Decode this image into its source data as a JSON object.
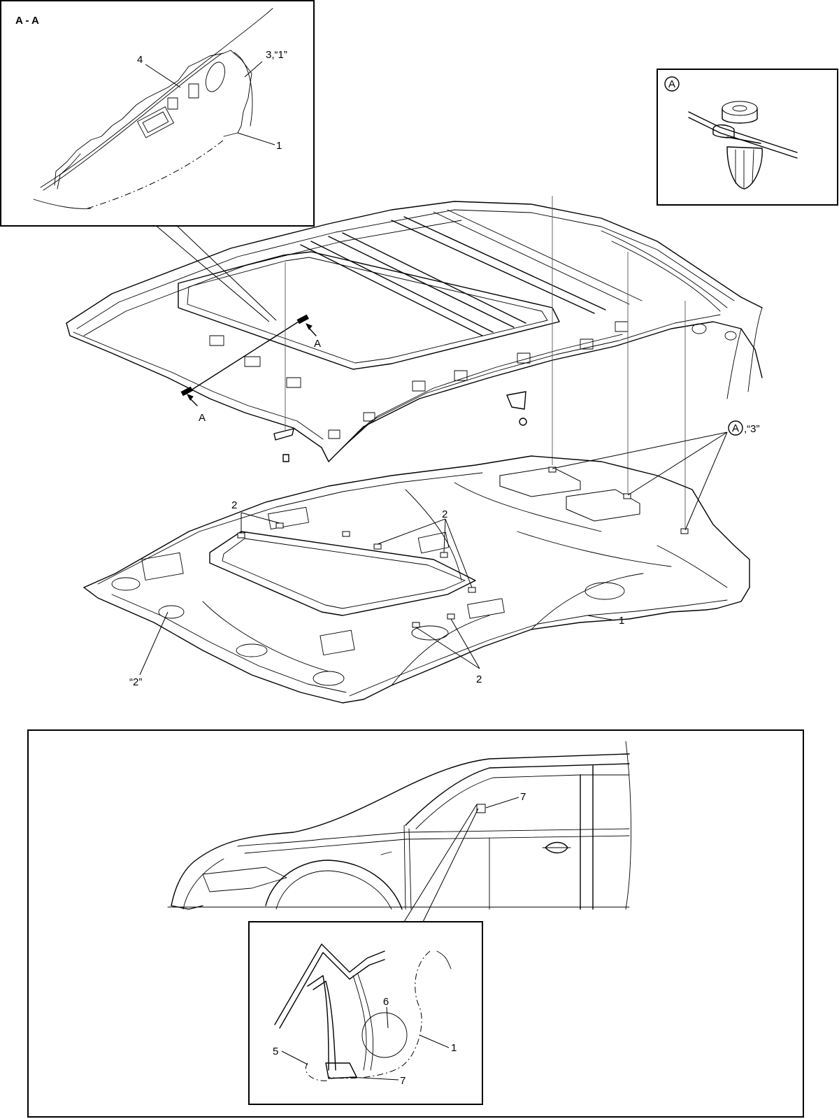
{
  "section_view": {
    "title": "A - A",
    "labels": {
      "clip_ref": "4",
      "part_ref": "3,“1”",
      "headliner_ref": "1"
    }
  },
  "detail_a": {
    "marker": "A"
  },
  "roof": {
    "section_marker": "A"
  },
  "headliner": {
    "clip_callout_marker": "A",
    "clip_callout_text": ",“3”",
    "label_pad_left": "2",
    "label_pad_mid": "2",
    "label_pad_bottom": "2",
    "label_headliner": "1",
    "label_note_2": "“2”"
  },
  "pillar_view": {
    "label_clip": "7"
  },
  "pillar_detail": {
    "label_6": "6",
    "label_5": "5",
    "label_1": "1",
    "label_7": "7"
  }
}
